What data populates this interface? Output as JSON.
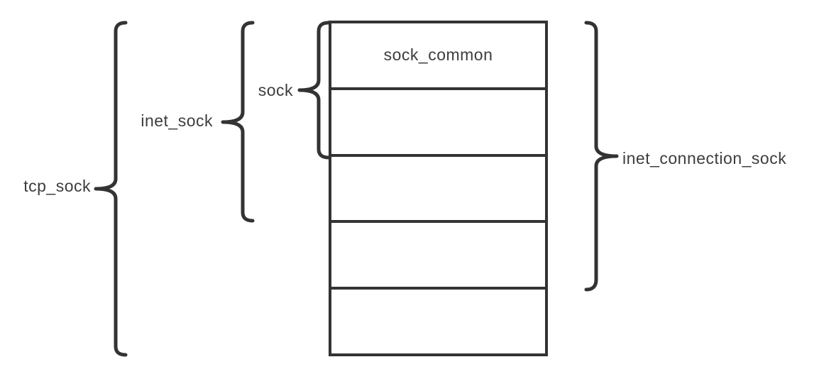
{
  "diagram": {
    "box": {
      "rows": [
        {
          "label": "sock_common"
        },
        {
          "label": ""
        },
        {
          "label": ""
        },
        {
          "label": ""
        },
        {
          "label": ""
        }
      ]
    },
    "braces": [
      {
        "id": "tcp_sock",
        "label": "tcp_sock",
        "side": "left",
        "spans_rows": "1-5"
      },
      {
        "id": "inet_sock",
        "label": "inet_sock",
        "side": "left",
        "spans_rows": "1-3"
      },
      {
        "id": "sock",
        "label": "sock",
        "side": "left",
        "spans_rows": "1-2"
      },
      {
        "id": "inet_connection_sock",
        "label": "inet_connection_sock",
        "side": "right",
        "spans_rows": "1-4"
      }
    ],
    "colors": {
      "line": "#333333",
      "text": "#3d3d3d",
      "background": "#ffffff"
    }
  }
}
